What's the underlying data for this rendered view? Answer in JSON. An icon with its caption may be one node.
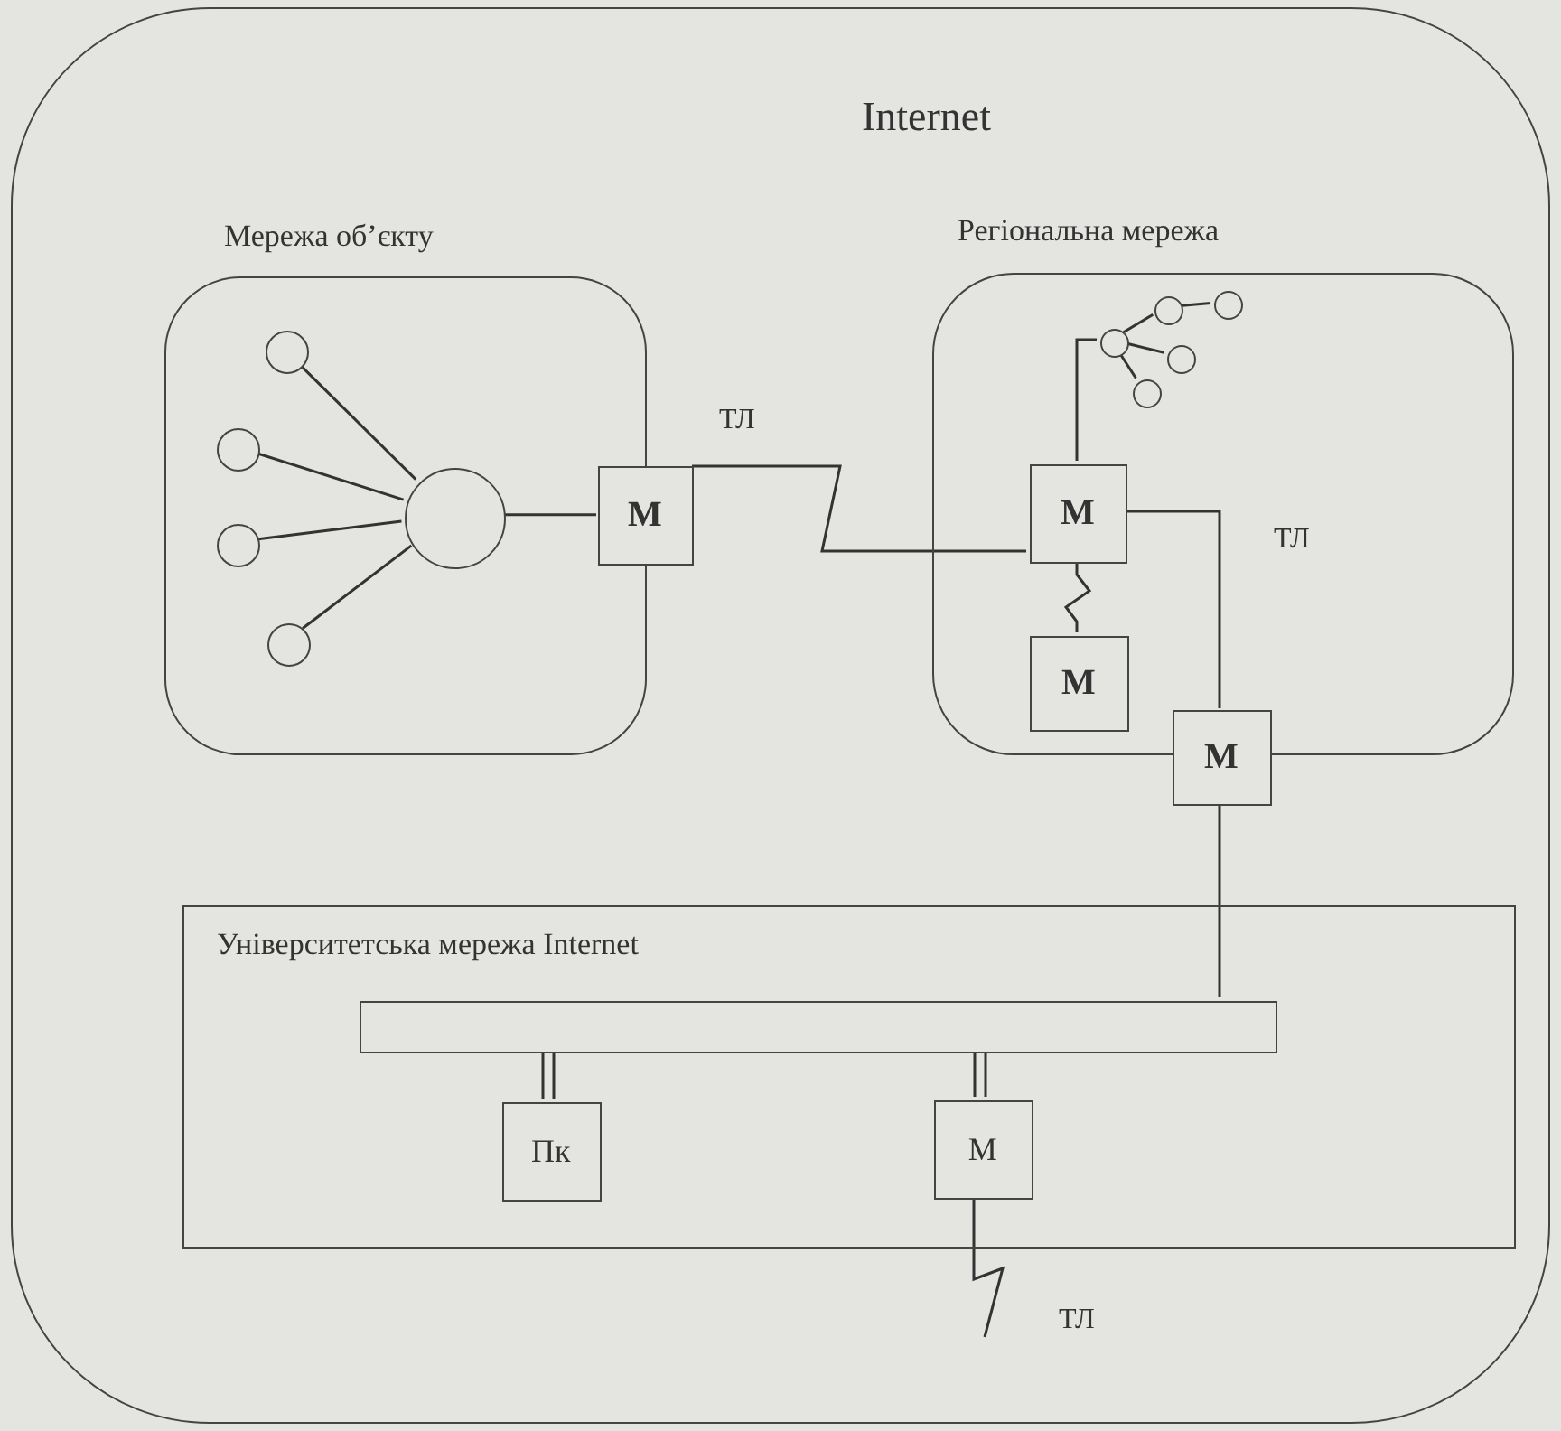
{
  "diagram": {
    "nodes": [
      {
        "text": [
          "Internet"
        ]
      },
      {
        "text": [
          "Мережа об’єкту"
        ],
        "in": 0
      },
      {
        "text": [],
        "shape": "circle",
        "in": 1
      },
      {
        "text": [],
        "shape": "circle",
        "in": 1
      },
      {
        "text": [],
        "shape": "circle",
        "in": 1
      },
      {
        "text": [],
        "shape": "circle",
        "in": 1
      },
      {
        "text": [],
        "shape": "circle",
        "in": 1
      },
      {
        "text": [
          "M"
        ],
        "in": 0
      },
      {
        "text": [
          "Регіональна мережа"
        ],
        "in": 0
      },
      {
        "text": [],
        "shape": "circle",
        "in": 8
      },
      {
        "text": [],
        "shape": "circle",
        "in": 8
      },
      {
        "text": [],
        "shape": "circle",
        "in": 8
      },
      {
        "text": [],
        "shape": "circle",
        "in": 8
      },
      {
        "text": [],
        "shape": "circle",
        "in": 8
      },
      {
        "text": [
          "M"
        ],
        "in": 8
      },
      {
        "text": [
          "M"
        ],
        "in": 8
      },
      {
        "text": [
          "M"
        ],
        "in": 0
      },
      {
        "text": [
          "Університетська мережа Internet"
        ],
        "in": 0
      },
      {
        "text": [],
        "shape": "bar",
        "in": 17
      },
      {
        "text": [
          "Пк"
        ],
        "in": 17
      },
      {
        "text": [
          "M"
        ],
        "in": 17
      }
    ],
    "edges": [
      {
        "from": 2,
        "to": 6,
        "arrow": "none"
      },
      {
        "from": 3,
        "to": 6,
        "arrow": "none"
      },
      {
        "from": 4,
        "to": 6,
        "arrow": "none"
      },
      {
        "from": 5,
        "to": 6,
        "arrow": "none"
      },
      {
        "from": 6,
        "to": 7,
        "arrow": "none"
      },
      {
        "from": 7,
        "to": 14,
        "arrow": "none",
        "label": "ТЛ"
      },
      {
        "from": 14,
        "to": 15,
        "arrow": "none"
      },
      {
        "from": 14,
        "to": 9,
        "arrow": "none"
      },
      {
        "from": 9,
        "to": 10,
        "arrow": "none"
      },
      {
        "from": 10,
        "to": 11,
        "arrow": "none"
      },
      {
        "from": 9,
        "to": 12,
        "arrow": "none"
      },
      {
        "from": 9,
        "to": 13,
        "arrow": "none"
      },
      {
        "from": 14,
        "to": 16,
        "arrow": "none",
        "label": "ТЛ"
      },
      {
        "from": 16,
        "to": 18,
        "arrow": "none"
      },
      {
        "from": 18,
        "to": 19,
        "arrow": "none"
      },
      {
        "from": 18,
        "to": 20,
        "arrow": "none"
      },
      {
        "from": 20,
        "to": null,
        "arrow": "none",
        "label": "ТЛ"
      }
    ]
  }
}
